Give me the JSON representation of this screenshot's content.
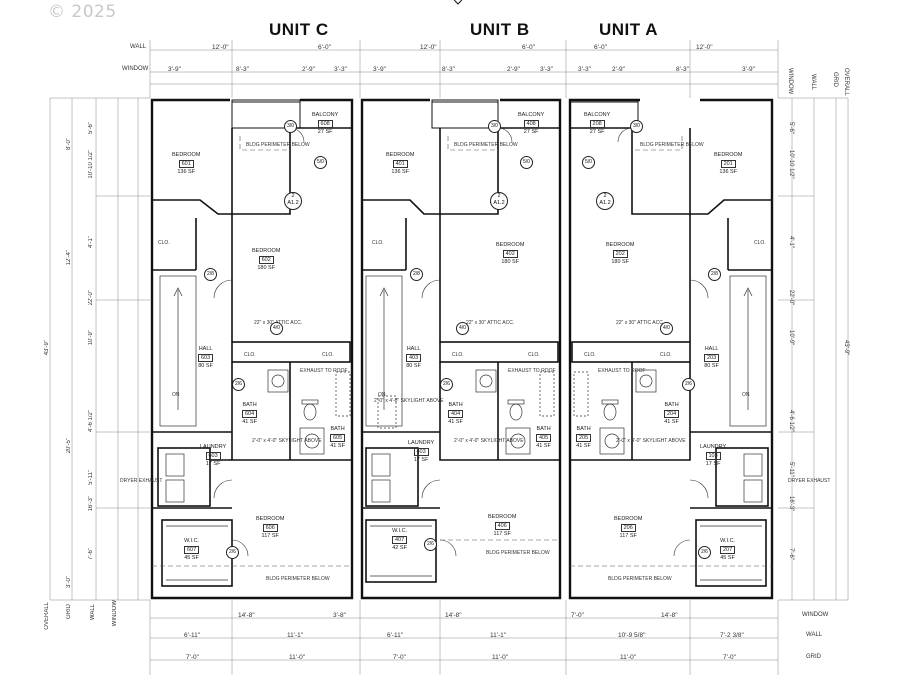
{
  "watermark": "© 2025",
  "units": [
    {
      "id": "c",
      "title": "UNIT C"
    },
    {
      "id": "b",
      "title": "UNIT B"
    },
    {
      "id": "a",
      "title": "UNIT A"
    }
  ],
  "row_labels": {
    "wall": "WALL",
    "window": "WINDOW",
    "grid": "GRID",
    "overall": "OVERALL"
  },
  "top_dims": {
    "wall": [
      "12'-0\"",
      "6'-0\"",
      "12'-0\"",
      "6'-0\"",
      "6'-0\"",
      "12'-0\""
    ],
    "window": [
      "3'-9\"",
      "8'-3\"",
      "2'-9\"",
      "3'-3\"",
      "3'-9\"",
      "8'-3\"",
      "2'-9\"",
      "3'-3\"",
      "3'-3\"",
      "2'-9\"",
      "8'-3\"",
      "3'-9\""
    ]
  },
  "bottom_dims": {
    "window": [
      "14'-8\"",
      "3'-8\"",
      "14'-8\"",
      "7'-0\"",
      "14'-8\""
    ],
    "wall": [
      "6'-11\"",
      "11'-1\"",
      "6'-11\"",
      "11'-1\"",
      "10'-9 5/8\"",
      "7'-2 3/8\""
    ],
    "grid": [
      "7'-0\"",
      "11'-0\"",
      "7'-0\"",
      "11'-0\"",
      "11'-0\"",
      "7'-0\""
    ]
  },
  "left_dims": [
    "5'-6\"",
    "8'-0\"",
    "10'-10 1/2\"",
    "4'-1\"",
    "12'-4\"",
    "22'-0\"",
    "10'-9\"",
    "43'-9\"",
    "4'-6 1/2\"",
    "20'-5\"",
    "5'-11\"",
    "16'-3\"",
    "7'-6\"",
    "3'-0\""
  ],
  "right_dims": [
    "5'-6\"",
    "10'-10 1/2\"",
    "4'-1\"",
    "22'-0\"",
    "10'-9\"",
    "43'-9\"",
    "4'-6 1/2\"",
    "5'-11\"",
    "16'-3\"",
    "7'-6\""
  ],
  "rooms": [
    {
      "name": "BALCONY",
      "num": "608",
      "sf": "27 SF"
    },
    {
      "name": "BEDROOM",
      "num": "601",
      "sf": "136 SF"
    },
    {
      "name": "BEDROOM",
      "num": "602",
      "sf": "180 SF"
    },
    {
      "name": "HALL",
      "num": "603",
      "sf": "80 SF"
    },
    {
      "name": "BATH",
      "num": "604",
      "sf": "41 SF"
    },
    {
      "name": "BATH",
      "num": "605",
      "sf": "41 SF"
    },
    {
      "name": "LAUNDRY",
      "num": "603",
      "sf": "17 SF"
    },
    {
      "name": "BEDROOM",
      "num": "606",
      "sf": "117 SF"
    },
    {
      "name": "W.I.C.",
      "num": "607",
      "sf": "45 SF"
    },
    {
      "name": "BALCONY",
      "num": "408",
      "sf": "27 SF"
    },
    {
      "name": "BEDROOM",
      "num": "401",
      "sf": "136 SF"
    },
    {
      "name": "BEDROOM",
      "num": "402",
      "sf": "180 SF"
    },
    {
      "name": "HALL",
      "num": "403",
      "sf": "80 SF"
    },
    {
      "name": "BATH",
      "num": "404",
      "sf": "41 SF"
    },
    {
      "name": "BATH",
      "num": "405",
      "sf": "41 SF"
    },
    {
      "name": "LAUNDRY",
      "num": "403",
      "sf": "17 SF"
    },
    {
      "name": "BEDROOM",
      "num": "406",
      "sf": "117 SF"
    },
    {
      "name": "W.I.C.",
      "num": "407",
      "sf": "42 SF"
    },
    {
      "name": "BALCONY",
      "num": "208",
      "sf": "27 SF"
    },
    {
      "name": "BEDROOM",
      "num": "201",
      "sf": "136 SF"
    },
    {
      "name": "BEDROOM",
      "num": "202",
      "sf": "180 SF"
    },
    {
      "name": "HALL",
      "num": "203",
      "sf": "80 SF"
    },
    {
      "name": "BATH",
      "num": "204",
      "sf": "41 SF"
    },
    {
      "name": "BATH",
      "num": "205",
      "sf": "41 SF"
    },
    {
      "name": "LAUNDRY",
      "num": "103",
      "sf": "17 SF"
    },
    {
      "name": "BEDROOM",
      "num": "206",
      "sf": "117 SF"
    },
    {
      "name": "W.I.C.",
      "num": "207",
      "sf": "45 SF"
    }
  ],
  "notes": {
    "perimeter": "BLDG PERIMETER BELOW",
    "attic": "22\" x 30\" ATTIC ACC.",
    "exhaust": "EXHAUST TO ROOF",
    "skylight": "2'-0\" x 4'-0\" SKYLIGHT ABOVE",
    "dryer": "DRYER EXHAUST",
    "clo": "CLO.",
    "on": "ON",
    "section": "2",
    "section_sheet": "A1.2"
  },
  "tags": [
    "3/0",
    "5/0",
    "2/8",
    "4/0",
    "2/6"
  ]
}
